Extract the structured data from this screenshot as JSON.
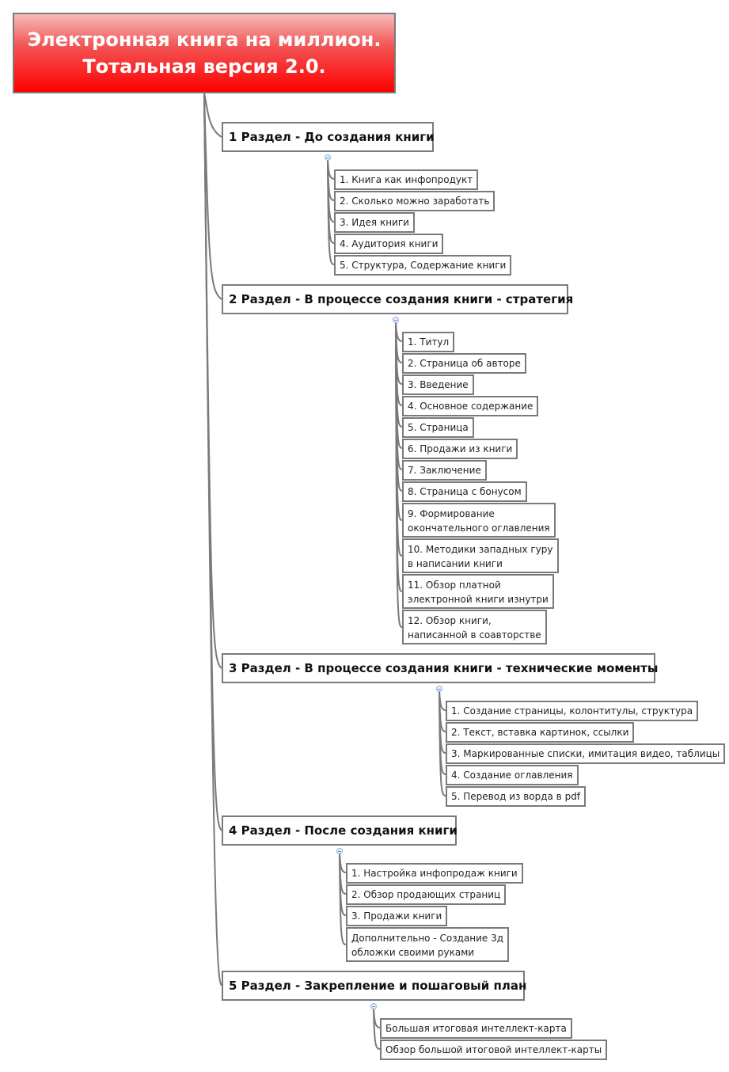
{
  "root": {
    "line1": "Электронная книга на миллион.",
    "line2": "Тотальная версия 2.0."
  },
  "sections": [
    {
      "title": "1 Раздел - До создания книги",
      "items": [
        "1. Книга как инфопродукт",
        "2. Сколько можно заработать",
        "3. Идея книги",
        "4. Аудитория книги",
        "5. Структура, Содержание книги"
      ]
    },
    {
      "title": "2 Раздел - В процессе создания книги - стратегия",
      "items": [
        "1. Титул",
        "2. Страница об авторе",
        "3. Введение",
        "4. Основное содержание",
        "5. Страница",
        "6. Продажи из книги",
        "7. Заключение",
        "8. Страница с бонусом",
        [
          "9. Формирование",
          "окончательного оглавления"
        ],
        [
          "10. Методики западных гуру",
          "в написании книги"
        ],
        [
          "11. Обзор платной",
          "электронной книги изнутри"
        ],
        [
          "12. Обзор книги,",
          "написанной в соавторстве"
        ]
      ]
    },
    {
      "title": "3 Раздел - В процессе создания книги - технические моменты",
      "items": [
        "1. Создание страницы, колонтитулы, структура",
        "2. Текст, вставка картинок, ссылки",
        "3. Маркированные списки, имитация видео, таблицы",
        "4. Создание оглавления",
        "5. Перевод из ворда в pdf"
      ]
    },
    {
      "title": "4 Раздел - После создания книги",
      "items": [
        "1. Настройка инфопродаж книги",
        "2. Обзор продающих страниц",
        "3. Продажи книги",
        [
          "Дополнительно - Создание 3д",
          "обложки своими руками"
        ]
      ]
    },
    {
      "title": "5 Раздел - Закрепление и пошаговый план",
      "items": [
        "Большая итоговая интеллект-карта",
        "Обзор большой итоговой интеллект-карты"
      ]
    }
  ]
}
